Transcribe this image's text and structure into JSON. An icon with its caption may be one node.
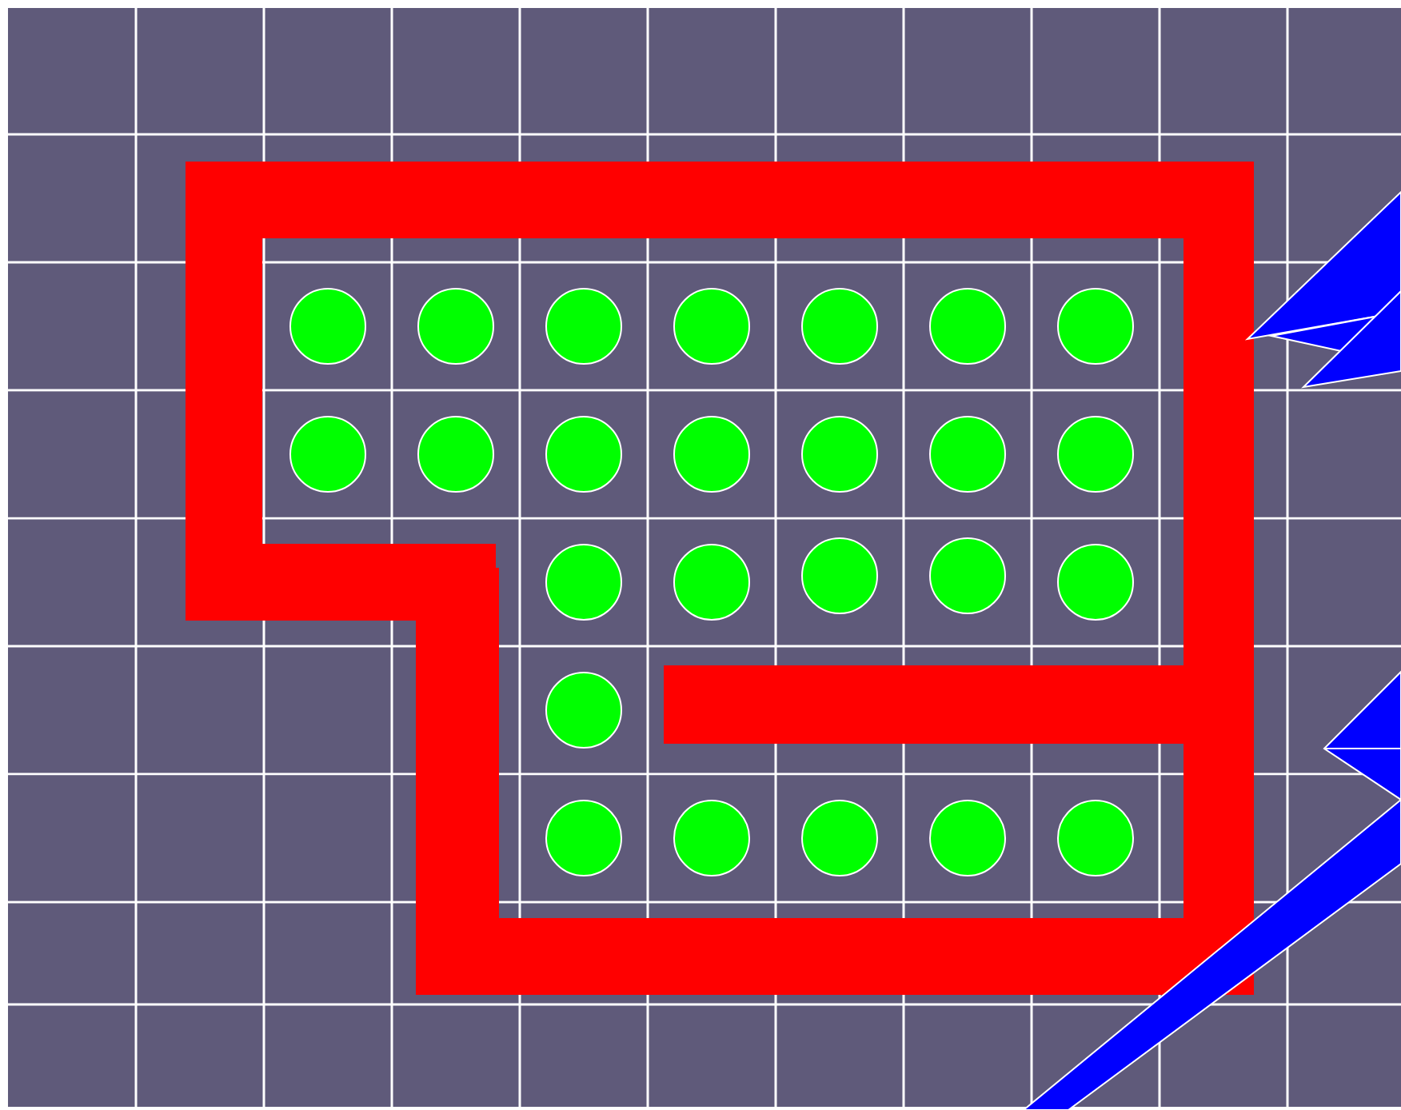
{
  "diagram": {
    "nodes": [
      {
        "text": [],
        "shape": "circle"
      },
      {
        "text": [],
        "shape": "circle"
      },
      {
        "text": [],
        "shape": "circle"
      },
      {
        "text": [],
        "shape": "circle"
      },
      {
        "text": [],
        "shape": "circle"
      },
      {
        "text": [],
        "shape": "circle"
      },
      {
        "text": [],
        "shape": "circle"
      },
      {
        "text": [],
        "shape": "circle"
      },
      {
        "text": [],
        "shape": "circle"
      },
      {
        "text": [],
        "shape": "circle"
      },
      {
        "text": [],
        "shape": "circle"
      },
      {
        "text": [],
        "shape": "circle"
      },
      {
        "text": [],
        "shape": "circle"
      },
      {
        "text": [],
        "shape": "circle"
      },
      {
        "text": [],
        "shape": "circle"
      },
      {
        "text": [],
        "shape": "circle"
      },
      {
        "text": [],
        "shape": "circle"
      },
      {
        "text": [],
        "shape": "circle"
      },
      {
        "text": [],
        "shape": "circle"
      },
      {
        "text": [],
        "shape": "circle"
      },
      {
        "text": [],
        "shape": "circle"
      },
      {
        "text": [],
        "shape": "circle"
      },
      {
        "text": [],
        "shape": "circle"
      },
      {
        "text": [],
        "shape": "circle"
      },
      {
        "text": [],
        "shape": "circle"
      }
    ]
  }
}
